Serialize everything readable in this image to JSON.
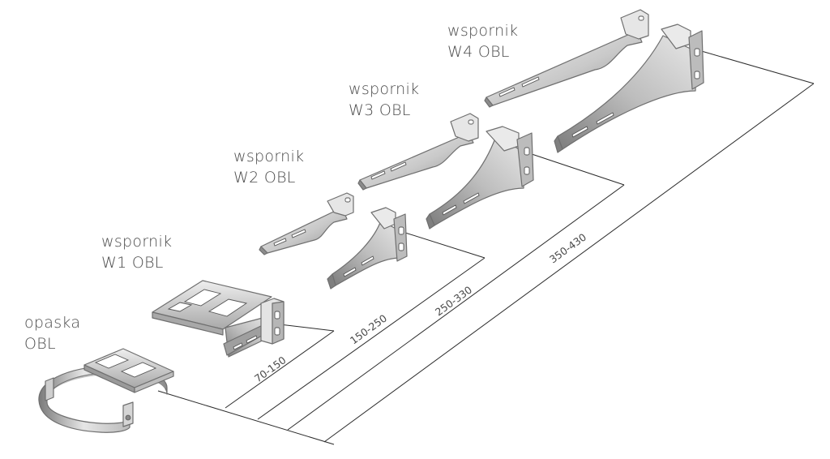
{
  "items": [
    {
      "name_line1": "opaska",
      "name_line2": "OBL"
    },
    {
      "name_line1": "wspornik",
      "name_line2": "W1 OBL"
    },
    {
      "name_line1": "wspornik",
      "name_line2": "W2 OBL"
    },
    {
      "name_line1": "wspornik",
      "name_line2": "W3 OBL"
    },
    {
      "name_line1": "wspornik",
      "name_line2": "W4 OBL"
    }
  ],
  "dimensions": [
    {
      "range": "70-150"
    },
    {
      "range": "150-250"
    },
    {
      "range": "250-330"
    },
    {
      "range": "350-430"
    }
  ],
  "colors": {
    "metal_light": "#f2f2f2",
    "metal_mid": "#c8c8c8",
    "metal_dark": "#8a8a8a",
    "line": "#2b2b2b",
    "text": "#4a4a4a"
  }
}
